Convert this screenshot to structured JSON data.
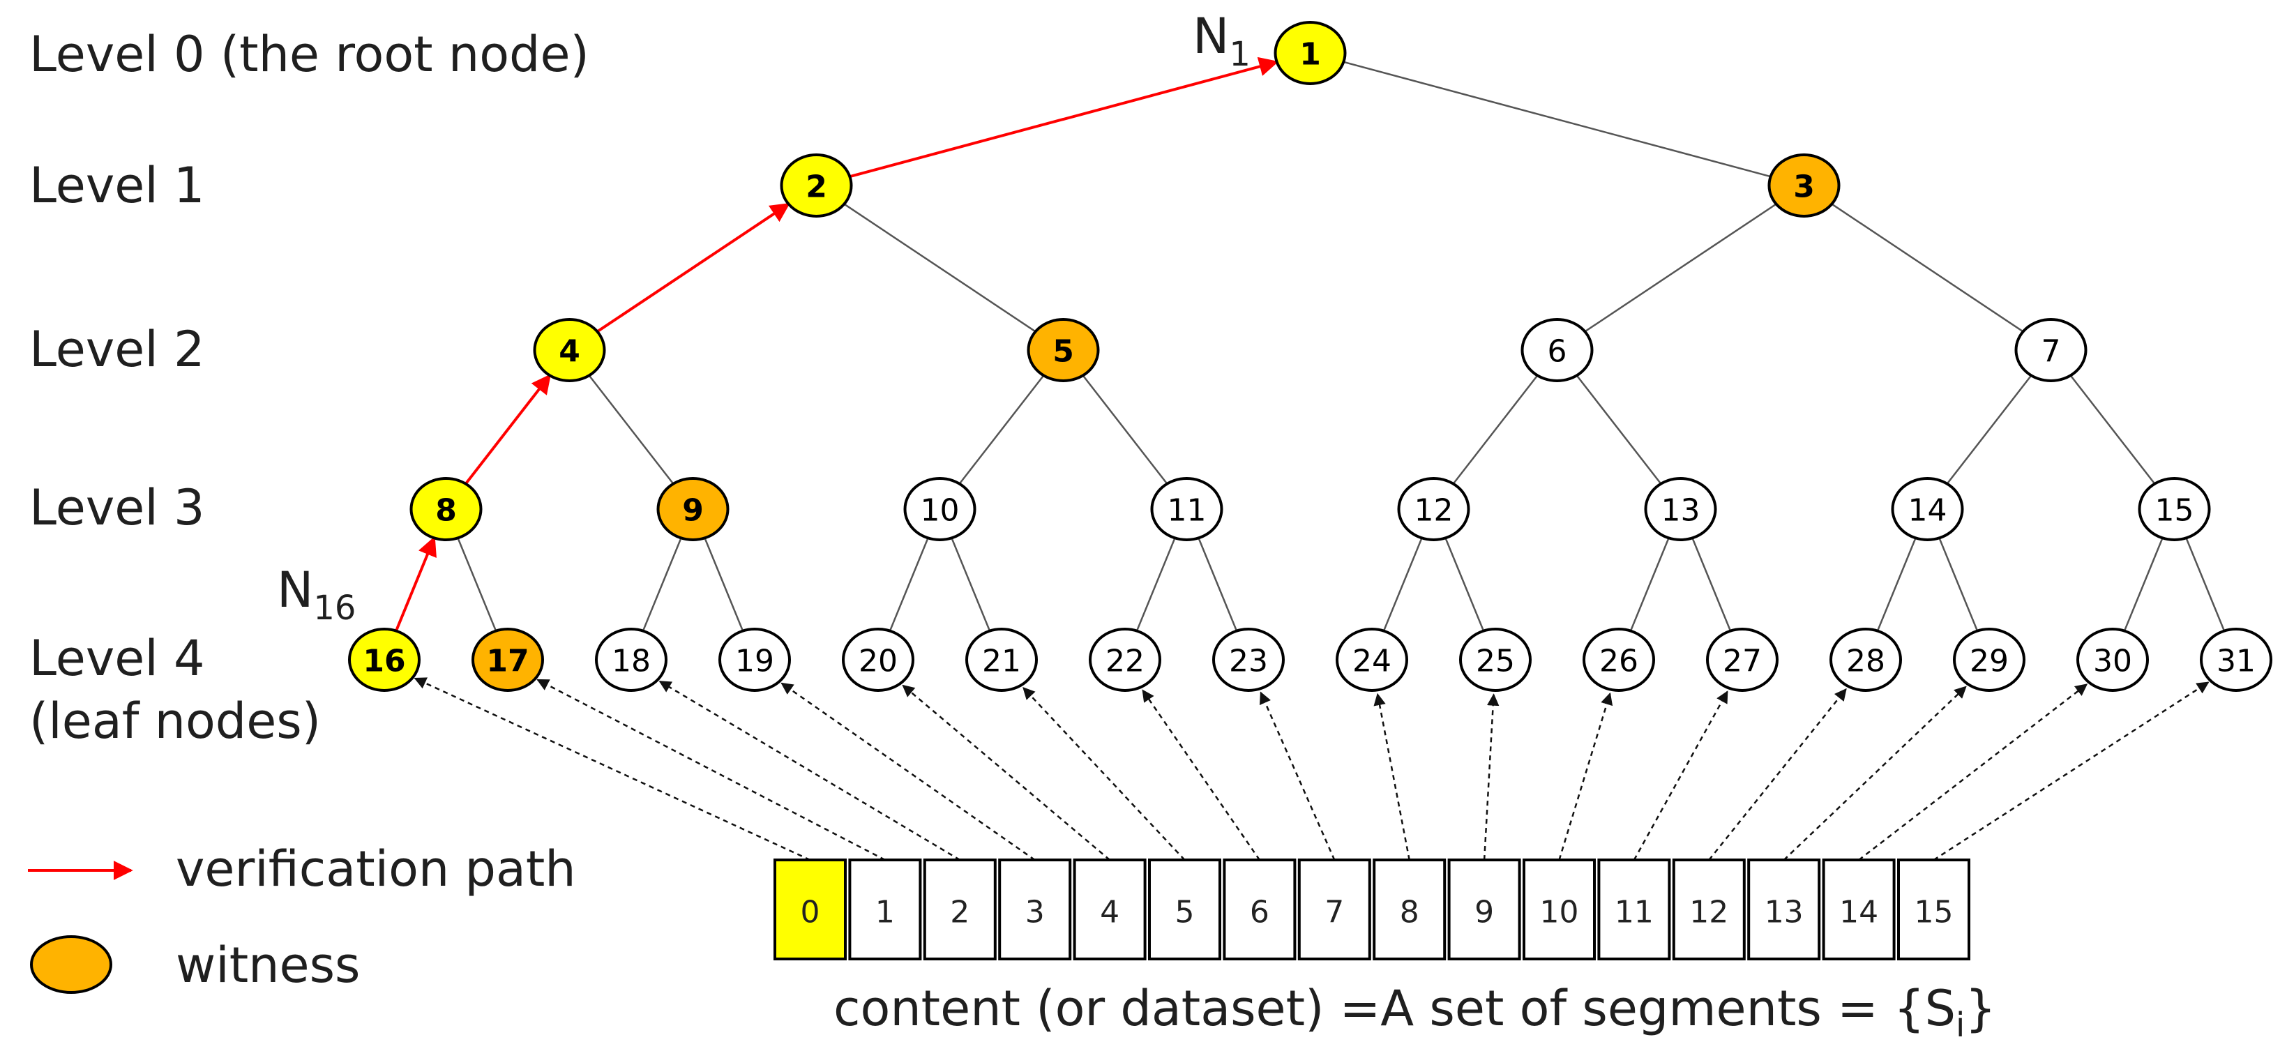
{
  "levels": [
    {
      "label": "Level 0 (the root node)"
    },
    {
      "label": "Level 1"
    },
    {
      "label": "Level 2"
    },
    {
      "label": "Level 3"
    },
    {
      "label": "Level 4"
    },
    {
      "label": "(leaf nodes)"
    }
  ],
  "annotations": {
    "root": {
      "base": "N",
      "sub": "1"
    },
    "leaf": {
      "base": "N",
      "sub": "16"
    }
  },
  "nodes": [
    {
      "id": "1",
      "state": "path"
    },
    {
      "id": "2",
      "state": "path"
    },
    {
      "id": "3",
      "state": "witness"
    },
    {
      "id": "4",
      "state": "path"
    },
    {
      "id": "5",
      "state": "witness"
    },
    {
      "id": "6",
      "state": "normal"
    },
    {
      "id": "7",
      "state": "normal"
    },
    {
      "id": "8",
      "state": "path"
    },
    {
      "id": "9",
      "state": "witness"
    },
    {
      "id": "10",
      "state": "normal"
    },
    {
      "id": "11",
      "state": "normal"
    },
    {
      "id": "12",
      "state": "normal"
    },
    {
      "id": "13",
      "state": "normal"
    },
    {
      "id": "14",
      "state": "normal"
    },
    {
      "id": "15",
      "state": "normal"
    },
    {
      "id": "16",
      "state": "path"
    },
    {
      "id": "17",
      "state": "witness"
    },
    {
      "id": "18",
      "state": "normal"
    },
    {
      "id": "19",
      "state": "normal"
    },
    {
      "id": "20",
      "state": "normal"
    },
    {
      "id": "21",
      "state": "normal"
    },
    {
      "id": "22",
      "state": "normal"
    },
    {
      "id": "23",
      "state": "normal"
    },
    {
      "id": "24",
      "state": "normal"
    },
    {
      "id": "25",
      "state": "normal"
    },
    {
      "id": "26",
      "state": "normal"
    },
    {
      "id": "27",
      "state": "normal"
    },
    {
      "id": "28",
      "state": "normal"
    },
    {
      "id": "29",
      "state": "normal"
    },
    {
      "id": "30",
      "state": "normal"
    },
    {
      "id": "31",
      "state": "normal"
    }
  ],
  "segments": [
    {
      "label": "0",
      "highlighted": true
    },
    {
      "label": "1",
      "highlighted": false
    },
    {
      "label": "2",
      "highlighted": false
    },
    {
      "label": "3",
      "highlighted": false
    },
    {
      "label": "4",
      "highlighted": false
    },
    {
      "label": "5",
      "highlighted": false
    },
    {
      "label": "6",
      "highlighted": false
    },
    {
      "label": "7",
      "highlighted": false
    },
    {
      "label": "8",
      "highlighted": false
    },
    {
      "label": "9",
      "highlighted": false
    },
    {
      "label": "10",
      "highlighted": false
    },
    {
      "label": "11",
      "highlighted": false
    },
    {
      "label": "12",
      "highlighted": false
    },
    {
      "label": "13",
      "highlighted": false
    },
    {
      "label": "14",
      "highlighted": false
    },
    {
      "label": "15",
      "highlighted": false
    }
  ],
  "caption": {
    "prefix": "content (or dataset) =A set of segments = {S",
    "sub": "i",
    "suffix": "}"
  },
  "legend": {
    "path_label": "verification path",
    "witness_label": "witness"
  },
  "colors": {
    "path_node": "#ffff00",
    "witness_node": "#ffb300",
    "normal_node": "#ffffff",
    "path_edge": "#ff0000",
    "edge": "#555555",
    "highlight_segment": "#ffff00"
  }
}
